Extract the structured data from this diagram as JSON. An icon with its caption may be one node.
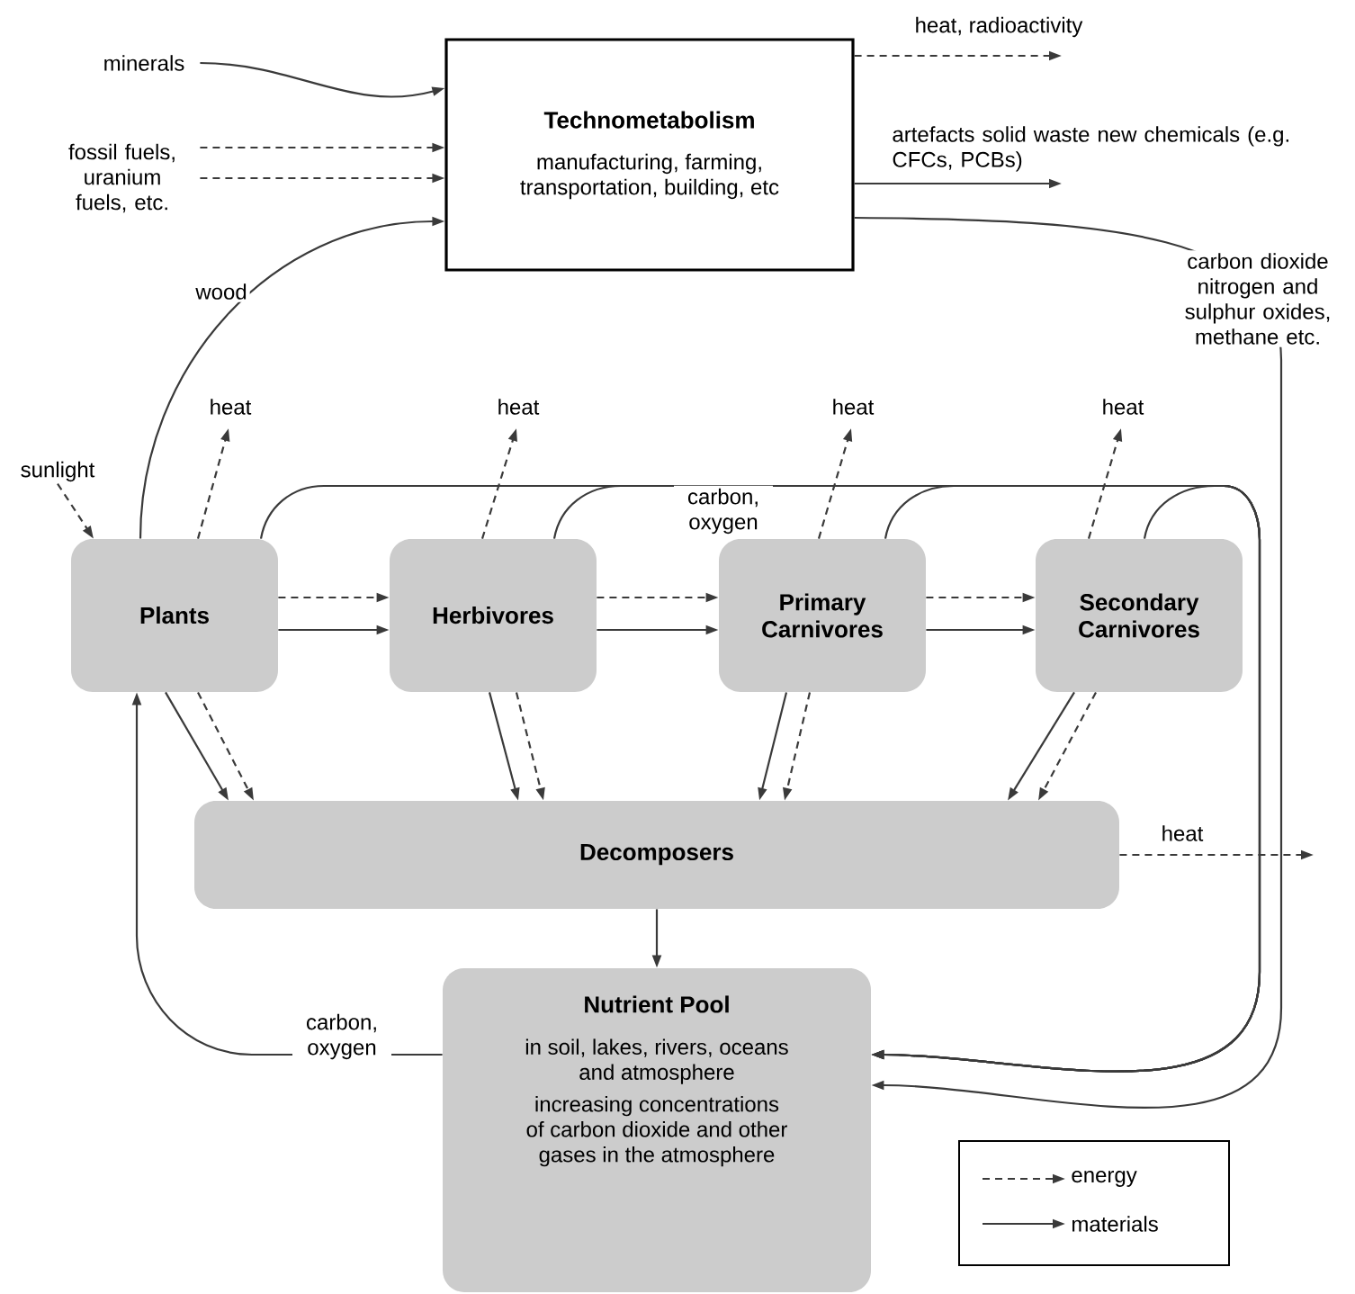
{
  "diagram": {
    "nodes": [
      {
        "text": [
          "minerals"
        ]
      },
      {
        "text": [
          "fossil fuels, uranium fuels, etc."
        ]
      },
      {
        "text": [
          "Technometabolism",
          "manufacturing, farming, transportation, building, etc"
        ]
      },
      {
        "text": [
          "sunlight"
        ]
      },
      {
        "text": [
          "Plants"
        ]
      },
      {
        "text": [
          "Herbivores"
        ]
      },
      {
        "text": [
          "Primary Carnivores"
        ]
      },
      {
        "text": [
          "Secondary Carnivores"
        ]
      },
      {
        "text": [
          "Decomposers"
        ]
      },
      {
        "text": [
          "Nutrient Pool",
          "in soil, lakes, rivers, oceans and atmosphere",
          "increasing concentrations of carbon dioxide and other gases in the atmosphere"
        ]
      }
    ],
    "edges": [
      {
        "from": 0,
        "to": 2,
        "arrow": "to"
      },
      {
        "from": 1,
        "to": 2,
        "arrow": "to",
        "style": "dashed"
      },
      {
        "from": 1,
        "to": 2,
        "arrow": "to",
        "style": "dashed"
      },
      {
        "from": 4,
        "to": 2,
        "arrow": "to",
        "label": "wood"
      },
      {
        "from": 2,
        "to": null,
        "arrow": "to",
        "style": "dashed",
        "label": "heat, radioactivity"
      },
      {
        "from": 2,
        "to": null,
        "arrow": "to",
        "label": "artefacts solid waste new chemicals (e.g. CFCs, PCBs)"
      },
      {
        "from": 2,
        "to": 9,
        "arrow": "to",
        "label": "carbon dioxide nitrogen and sulphur oxides, methane etc."
      },
      {
        "from": 3,
        "to": 4,
        "arrow": "to",
        "style": "dashed"
      },
      {
        "from": 4,
        "to": null,
        "arrow": "to",
        "style": "dashed",
        "label": "heat"
      },
      {
        "from": 5,
        "to": null,
        "arrow": "to",
        "style": "dashed",
        "label": "heat"
      },
      {
        "from": 6,
        "to": null,
        "arrow": "to",
        "style": "dashed",
        "label": "heat"
      },
      {
        "from": 7,
        "to": null,
        "arrow": "to",
        "style": "dashed",
        "label": "heat"
      },
      {
        "from": 4,
        "to": 9,
        "arrow": "to",
        "label": "carbon, oxygen"
      },
      {
        "from": 5,
        "to": 9,
        "arrow": "to"
      },
      {
        "from": 6,
        "to": 9,
        "arrow": "to"
      },
      {
        "from": 7,
        "to": 9,
        "arrow": "to"
      },
      {
        "from": 4,
        "to": 5,
        "arrow": "to",
        "style": "dashed"
      },
      {
        "from": 4,
        "to": 5,
        "arrow": "to"
      },
      {
        "from": 5,
        "to": 6,
        "arrow": "to",
        "style": "dashed"
      },
      {
        "from": 5,
        "to": 6,
        "arrow": "to"
      },
      {
        "from": 6,
        "to": 7,
        "arrow": "to",
        "style": "dashed"
      },
      {
        "from": 6,
        "to": 7,
        "arrow": "to"
      },
      {
        "from": 4,
        "to": 8,
        "arrow": "to"
      },
      {
        "from": 4,
        "to": 8,
        "arrow": "to",
        "style": "dashed"
      },
      {
        "from": 5,
        "to": 8,
        "arrow": "to"
      },
      {
        "from": 5,
        "to": 8,
        "arrow": "to",
        "style": "dashed"
      },
      {
        "from": 6,
        "to": 8,
        "arrow": "to"
      },
      {
        "from": 6,
        "to": 8,
        "arrow": "to",
        "style": "dashed"
      },
      {
        "from": 7,
        "to": 8,
        "arrow": "to"
      },
      {
        "from": 7,
        "to": 8,
        "arrow": "to",
        "style": "dashed"
      },
      {
        "from": 8,
        "to": null,
        "arrow": "to",
        "style": "dashed",
        "label": "heat"
      },
      {
        "from": 8,
        "to": 9,
        "arrow": "to"
      },
      {
        "from": 9,
        "to": 4,
        "arrow": "to",
        "label": "carbon, oxygen"
      }
    ],
    "legend": [
      {
        "text": "energy"
      },
      {
        "text": "materials"
      }
    ]
  }
}
